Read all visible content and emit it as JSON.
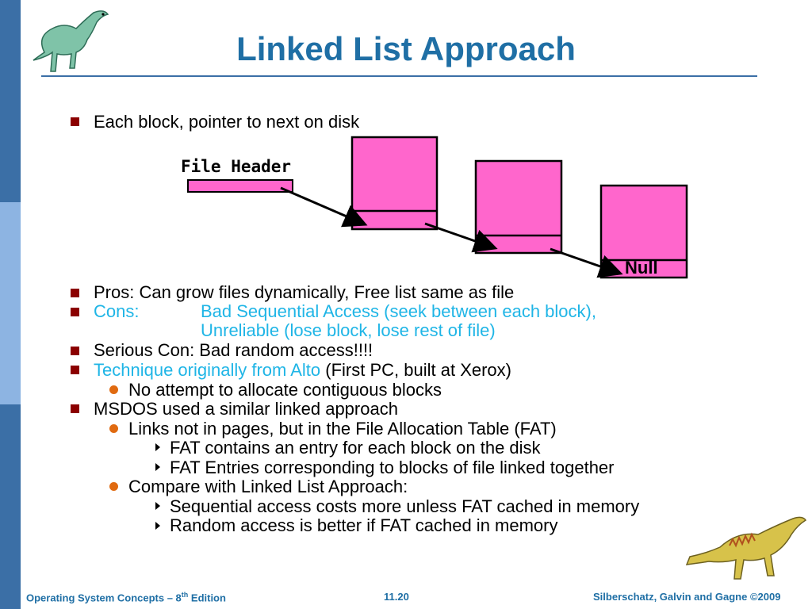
{
  "slide": {
    "title": "Linked List Approach",
    "bullets": {
      "b1": "Each block, pointer to next on disk",
      "b2": "Pros: Can grow files dynamically, Free list same as file",
      "b3_prefix": "Cons:",
      "b3_line1": "Bad Sequential Access (seek between each block),",
      "b3_line2": "Unreliable (lose block, lose rest of file)",
      "b4": "Serious Con: Bad random access!!!!",
      "b5_cyan": "Technique originally from Alto",
      "b5_rest": " (First PC, built at Xerox)",
      "b5_sub1": "No attempt to allocate contiguous blocks",
      "b6": "MSDOS used a similar linked approach",
      "b6_sub1": "Links not in pages, but in the File Allocation Table (FAT)",
      "b6_sub1_a": "FAT contains an entry for each block on the disk",
      "b6_sub1_b": "FAT Entries corresponding to blocks of file linked together",
      "b6_sub2": "Compare with Linked List Approach:",
      "b6_sub2_a": "Sequential access costs more unless FAT cached in memory",
      "b6_sub2_b": "Random access is better if FAT cached in memory"
    },
    "diagram": {
      "file_header_label": "File Header",
      "null_label": "Null",
      "block_color": "#ff66cc"
    }
  },
  "footer": {
    "left_prefix": "Operating System Concepts – 8",
    "left_sup": "th",
    "left_suffix": " Edition",
    "center": "11.20",
    "right": "Silberschatz, Galvin and Gagne ©2009"
  },
  "colors": {
    "title": "#1f6fa5",
    "accent_cyan": "#1fb5e6",
    "bullet_square": "#8b0000",
    "bullet_dot": "#e06a10",
    "left_bar_dark": "#3b6fa6",
    "left_bar_light": "#8db4e2"
  },
  "icons": {
    "top_left": "dinosaur-icon",
    "bottom_right": "dinosaur-icon"
  }
}
